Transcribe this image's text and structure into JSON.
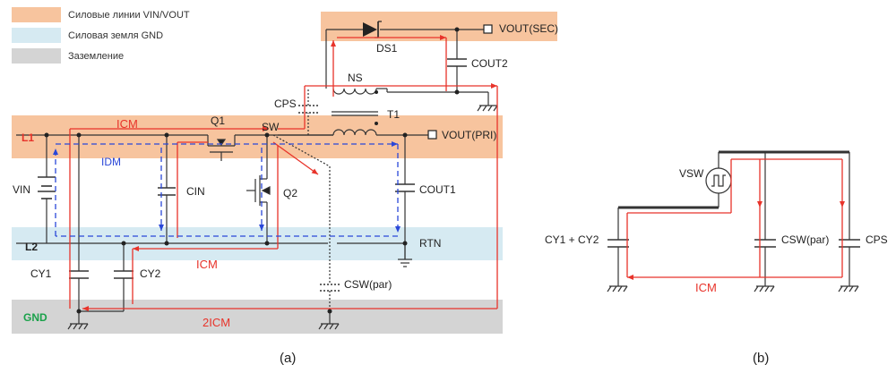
{
  "legend": [
    {
      "label": "Силовые линии VIN/VOUT",
      "color": "#f7c49e"
    },
    {
      "label": "Силовая земля GND",
      "color": "#d6eaf2"
    },
    {
      "label": "Заземление",
      "color": "#d4d4d4"
    }
  ],
  "colors": {
    "current_red": "#e8332a",
    "current_blue": "#2a47d8",
    "wire": "#333333"
  },
  "diagram_a": {
    "caption": "(a)",
    "bands": {
      "l1": "L1",
      "l2": "L2",
      "gnd": "GND"
    },
    "currents": {
      "icm_top": "ICM",
      "idm": "IDM",
      "icm_low": "ICM",
      "icm_gnd": "2ICM"
    },
    "components": {
      "q1": "Q1",
      "q2": "Q2",
      "sw": "SW",
      "vin": "VIN",
      "cin": "CIN",
      "cout1": "COUT1",
      "vout_pri": "VOUT(PRI)",
      "rtn": "RTN",
      "cy1": "CY1",
      "cy2": "CY2",
      "csw_par": "CSW(par)",
      "cps": "CPS",
      "ns": "NS",
      "t1": "T1",
      "ds1": "DS1",
      "cout2": "COUT2",
      "vout_sec": "VOUT(SEC)"
    }
  },
  "diagram_b": {
    "caption": "(b)",
    "vsw": "VSW",
    "cy": "CY1 + CY2",
    "csw": "CSW(par)",
    "cps": "CPS",
    "icm": "ICM"
  }
}
